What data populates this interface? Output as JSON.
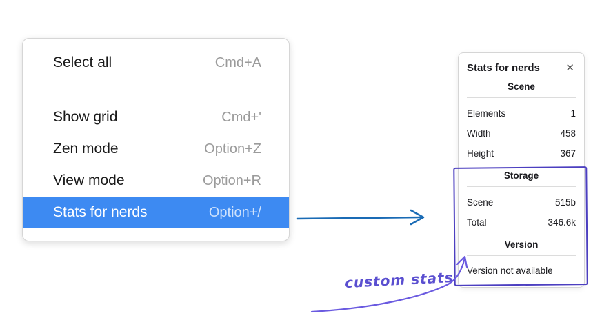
{
  "context_menu": {
    "items": [
      {
        "label": "Select all",
        "shortcut": "Cmd+A",
        "selected": false
      },
      {
        "label": "Show grid",
        "shortcut": "Cmd+'",
        "selected": false
      },
      {
        "label": "Zen mode",
        "shortcut": "Option+Z",
        "selected": false
      },
      {
        "label": "View mode",
        "shortcut": "Option+R",
        "selected": false
      },
      {
        "label": "Stats for nerds",
        "shortcut": "Option+/",
        "selected": true
      }
    ]
  },
  "stats_panel": {
    "title": "Stats for nerds",
    "close_icon": "✕",
    "sections": [
      {
        "heading": "Scene",
        "rows": [
          {
            "label": "Elements",
            "value": "1"
          },
          {
            "label": "Width",
            "value": "458"
          },
          {
            "label": "Height",
            "value": "367"
          }
        ]
      },
      {
        "heading": "Storage",
        "rows": [
          {
            "label": "Scene",
            "value": "515b"
          },
          {
            "label": "Total",
            "value": "346.6k"
          }
        ]
      },
      {
        "heading": "Version",
        "note": "Version not available"
      }
    ]
  },
  "annotation": {
    "label": "custom stats"
  },
  "colors": {
    "menu_highlight": "#3d8af2",
    "arrow_blue": "#1a6bb5",
    "annotation_purple": "#5a4fd0",
    "annotation_box_purple": "#4c3fc0"
  }
}
